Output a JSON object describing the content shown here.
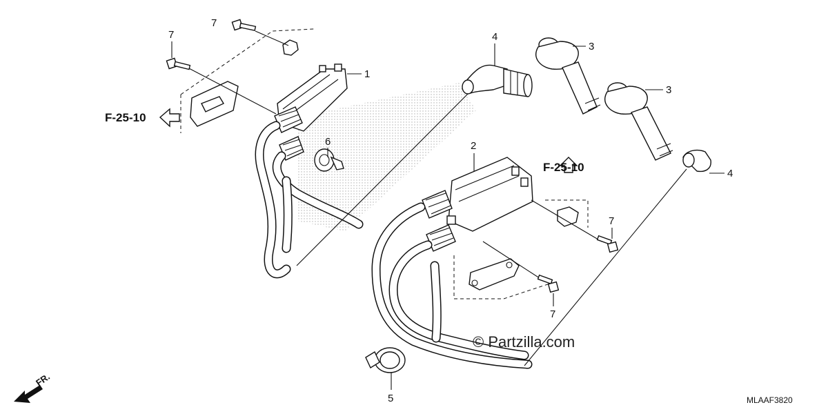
{
  "callouts": {
    "coil_1": "1",
    "coil_2": "2",
    "cap_3a": "3",
    "cap_3b": "3",
    "cap_4a": "4",
    "cap_4b": "4",
    "clamp_5": "5",
    "clip_6": "6",
    "bolt_7a": "7",
    "bolt_7b": "7",
    "bolt_7c": "7",
    "bolt_7d": "7"
  },
  "refs": {
    "left": "F-25-10",
    "right": "F-25-10"
  },
  "front_label": "FR.",
  "watermark": "© Partzilla.com",
  "diagram_code": "MLAAF3820",
  "colors": {
    "ink": "#111111",
    "background": "#ffffff",
    "shading": "#bbbbbb"
  }
}
